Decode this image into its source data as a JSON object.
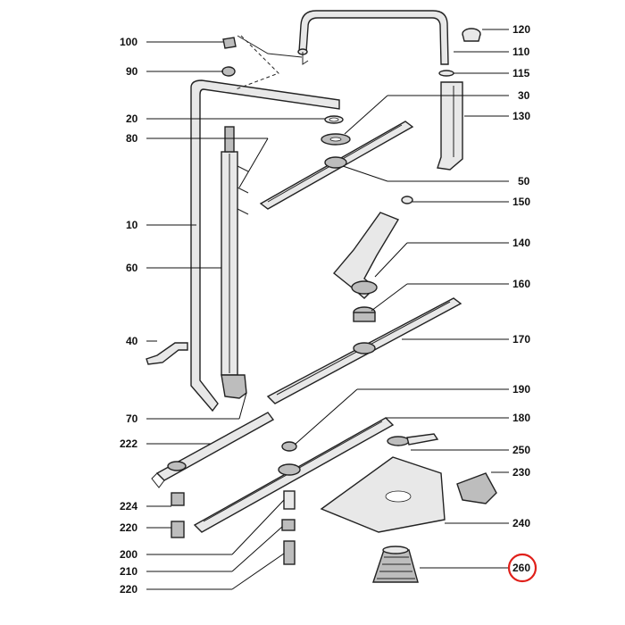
{
  "labels": {
    "l100": "100",
    "l90": "90",
    "l20": "20",
    "l80": "80",
    "l10": "10",
    "l60": "60",
    "l40": "40",
    "l70": "70",
    "l222a": "222",
    "l224": "224",
    "l220a": "220",
    "l200": "200",
    "l210": "210",
    "l220b": "220",
    "l120": "120",
    "l110": "110",
    "l115": "115",
    "l30": "30",
    "l130": "130",
    "l50": "50",
    "l150": "150",
    "l140": "140",
    "l160": "160",
    "l170": "170",
    "l190": "190",
    "l180": "180",
    "l250": "250",
    "l230": "230",
    "l240": "240",
    "l260": "260"
  },
  "highlight": {
    "part": "260",
    "color": "#e0201a"
  }
}
